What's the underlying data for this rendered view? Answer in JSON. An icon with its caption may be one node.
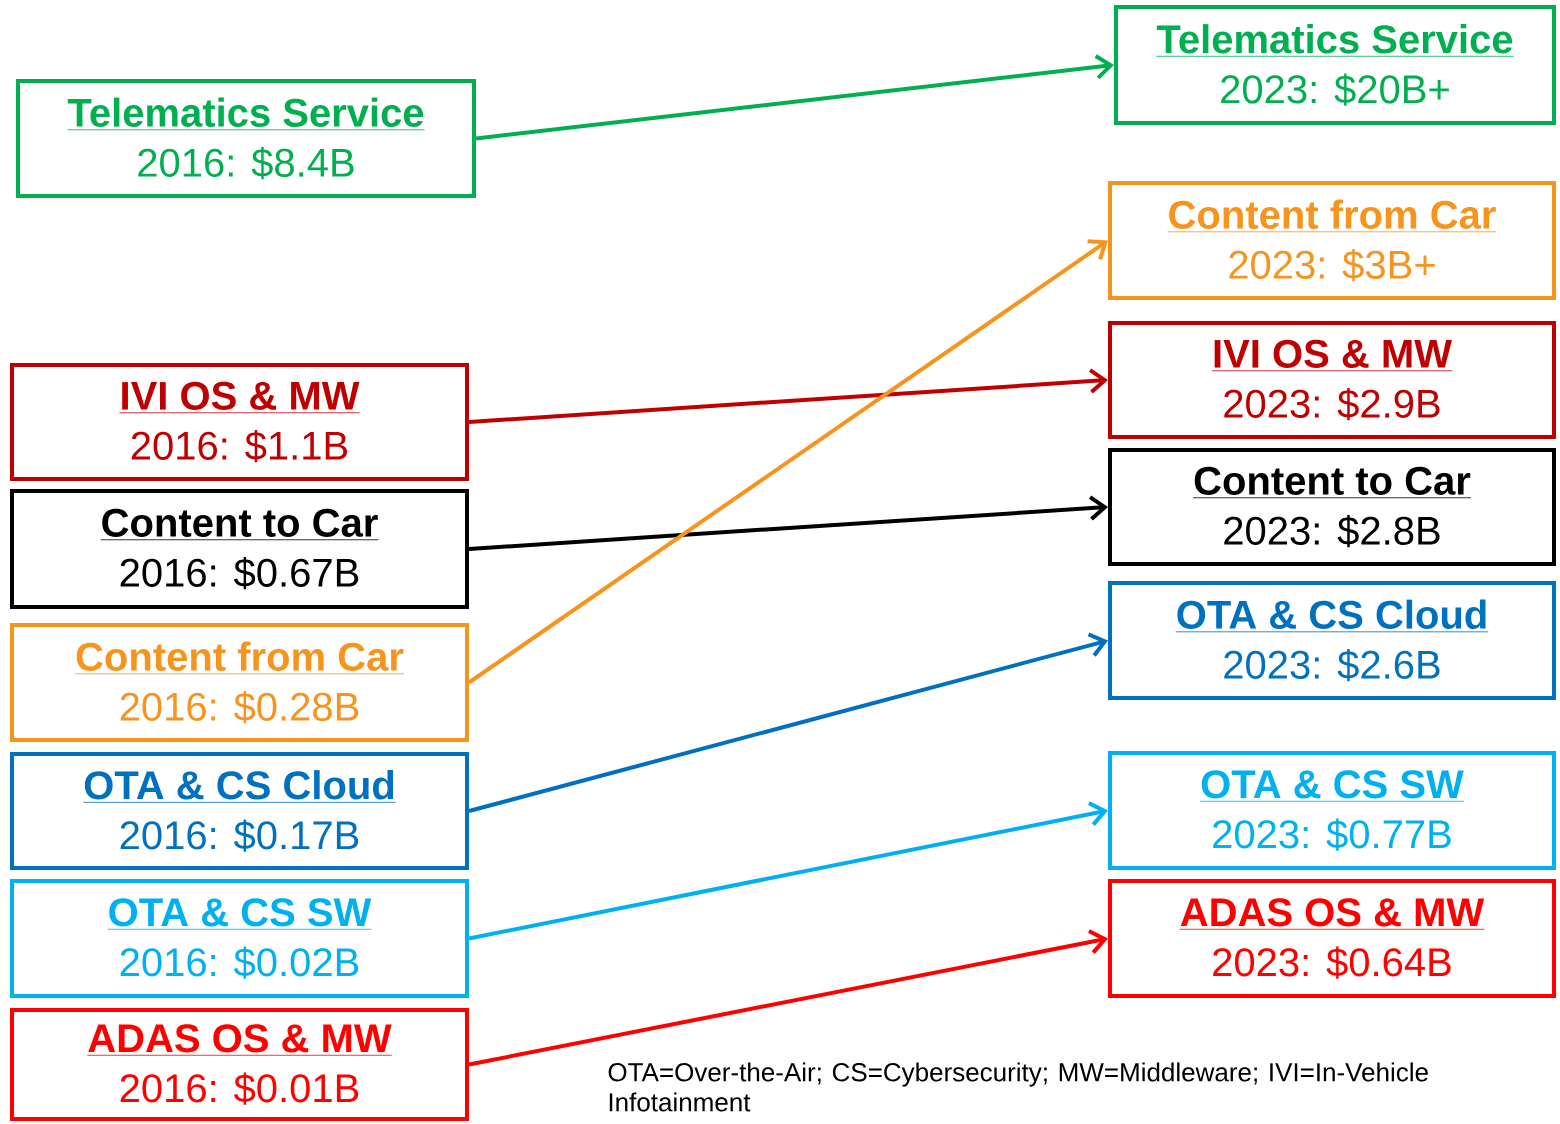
{
  "diagram": {
    "nodes": [
      {
        "text": [
          "Telematics Service",
          "2016: $8.4B"
        ]
      },
      {
        "text": [
          "IVI OS & MW",
          "2016: $1.1B"
        ]
      },
      {
        "text": [
          "Content to Car",
          "2016: $0.67B"
        ]
      },
      {
        "text": [
          "Content from Car",
          "2016: $0.28B"
        ]
      },
      {
        "text": [
          "OTA & CS Cloud",
          "2016: $0.17B"
        ]
      },
      {
        "text": [
          "OTA & CS SW",
          "2016: $0.02B"
        ]
      },
      {
        "text": [
          "ADAS OS & MW",
          "2016: $0.01B"
        ]
      },
      {
        "text": [
          "Telematics Service",
          "2023: $20B+"
        ]
      },
      {
        "text": [
          "Content from Car",
          "2023: $3B+"
        ]
      },
      {
        "text": [
          "IVI OS & MW",
          "2023: $2.9B"
        ]
      },
      {
        "text": [
          "Content to Car",
          "2023: $2.8B"
        ]
      },
      {
        "text": [
          "OTA & CS Cloud",
          "2023: $2.6B"
        ]
      },
      {
        "text": [
          "OTA & CS SW",
          "2023: $0.77B"
        ]
      },
      {
        "text": [
          "ADAS OS & MW",
          "2023: $0.64B"
        ]
      }
    ],
    "edges": [
      {
        "from": 0,
        "to": 7,
        "arrow": "to",
        "color": "#00b050"
      },
      {
        "from": 1,
        "to": 9,
        "arrow": "to",
        "color": "#c00000"
      },
      {
        "from": 2,
        "to": 10,
        "arrow": "to",
        "color": "#000000"
      },
      {
        "from": 3,
        "to": 8,
        "arrow": "to",
        "color": "#f7941d"
      },
      {
        "from": 4,
        "to": 11,
        "arrow": "to",
        "color": "#0070c0"
      },
      {
        "from": 5,
        "to": 12,
        "arrow": "to",
        "color": "#00b0f0"
      },
      {
        "from": 6,
        "to": 13,
        "arrow": "to",
        "color": "#ff0000"
      }
    ],
    "labels": [
      "OTA=Over-the-Air; CS=Cybersecurity; MW=Middleware; IVI=In-Vehicle Infotainment"
    ]
  }
}
